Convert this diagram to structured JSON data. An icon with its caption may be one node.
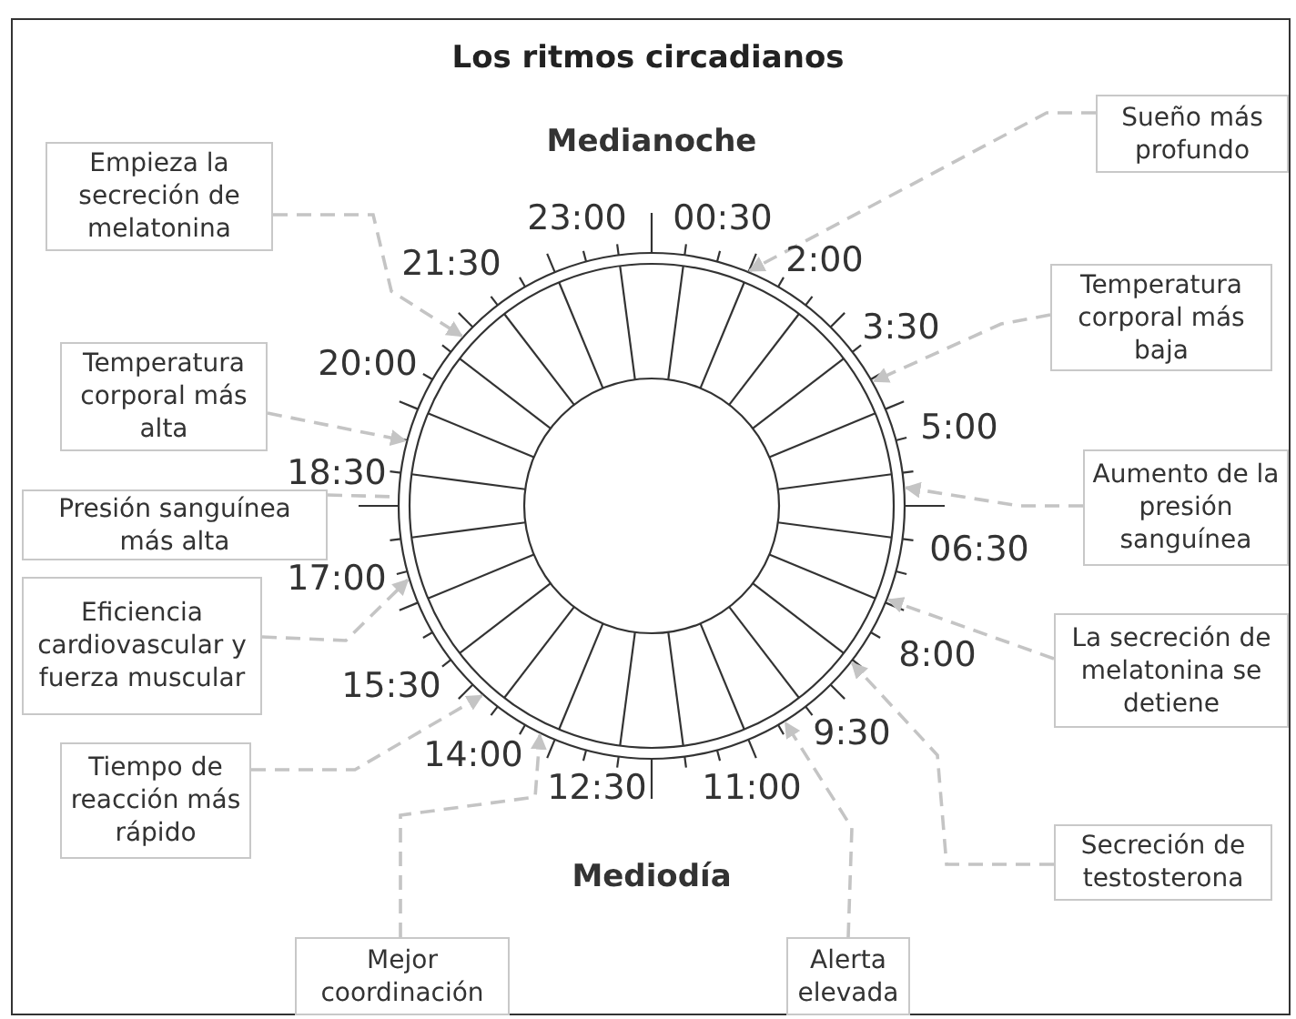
{
  "diagram": {
    "title": "Los ritmos circadianos",
    "nodes": [
      {
        "text": [
          "Sueño más profundo"
        ]
      },
      {
        "text": [
          "Empieza la secreción de melatonina"
        ]
      },
      {
        "text": [
          "Temperatura corporal más baja"
        ]
      },
      {
        "text": [
          "Temperatura corporal más alta"
        ]
      },
      {
        "text": [
          "Aumento de la presión sanguínea"
        ]
      },
      {
        "text": [
          "Presión sanguínea más alta"
        ]
      },
      {
        "text": [
          "Eficiencia cardiovascular y fuerza muscular"
        ]
      },
      {
        "text": [
          "La secreción de melatonina se detiene"
        ]
      },
      {
        "text": [
          "Tiempo de reacción más rápido"
        ]
      },
      {
        "text": [
          "Secreción de testosterona"
        ]
      },
      {
        "text": [
          "Mejor coordinación"
        ]
      },
      {
        "text": [
          "Alerta elevada"
        ]
      },
      {
        "text": [],
        "shape": "circle"
      }
    ],
    "edges": [
      {
        "from": 0,
        "to": 12,
        "arrow": "to"
      },
      {
        "from": 1,
        "to": 12,
        "arrow": "to"
      },
      {
        "from": 2,
        "to": 12,
        "arrow": "to"
      },
      {
        "from": 3,
        "to": 12,
        "arrow": "to"
      },
      {
        "from": 4,
        "to": 12,
        "arrow": "to"
      },
      {
        "from": 5,
        "to": 12,
        "arrow": "none"
      },
      {
        "from": 6,
        "to": 12,
        "arrow": "to"
      },
      {
        "from": 7,
        "to": 12,
        "arrow": "to"
      },
      {
        "from": 8,
        "to": 12,
        "arrow": "to"
      },
      {
        "from": 9,
        "to": 12,
        "arrow": "to"
      },
      {
        "from": 10,
        "to": 12,
        "arrow": "to"
      },
      {
        "from": 11,
        "to": 12,
        "arrow": "to"
      }
    ],
    "labels": [
      "Medianoche",
      "23:00",
      "00:30",
      "2:00",
      "21:30",
      "3:30",
      "20:00",
      "5:00",
      "18:30",
      "06:30",
      "17:00",
      "8:00",
      "15:30",
      "9:30",
      "14:00",
      "12:30",
      "11:00",
      "Mediodía"
    ]
  }
}
